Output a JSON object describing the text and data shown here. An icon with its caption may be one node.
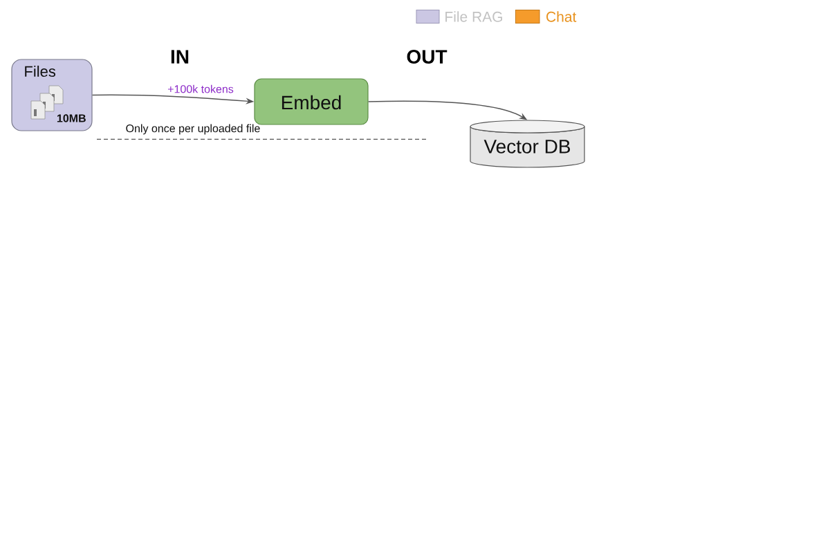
{
  "diagram": {
    "nodes": [
      {
        "text": [
          "Files",
          "10MB"
        ]
      },
      {
        "text": [
          "Embed"
        ]
      },
      {
        "text": [
          "Vector DB"
        ]
      }
    ],
    "edges": [
      {
        "from": 0,
        "to": 1,
        "arrow": "to",
        "label": "+100k tokens"
      },
      {
        "from": 1,
        "to": 2,
        "arrow": "to"
      }
    ],
    "labels": [
      "IN",
      "OUT",
      "Only once per uploaded file"
    ],
    "legend": [
      {
        "text": "File RAG",
        "color": "#cbc7e3"
      },
      {
        "text": "Chat",
        "color": "#f59b2b"
      }
    ]
  }
}
